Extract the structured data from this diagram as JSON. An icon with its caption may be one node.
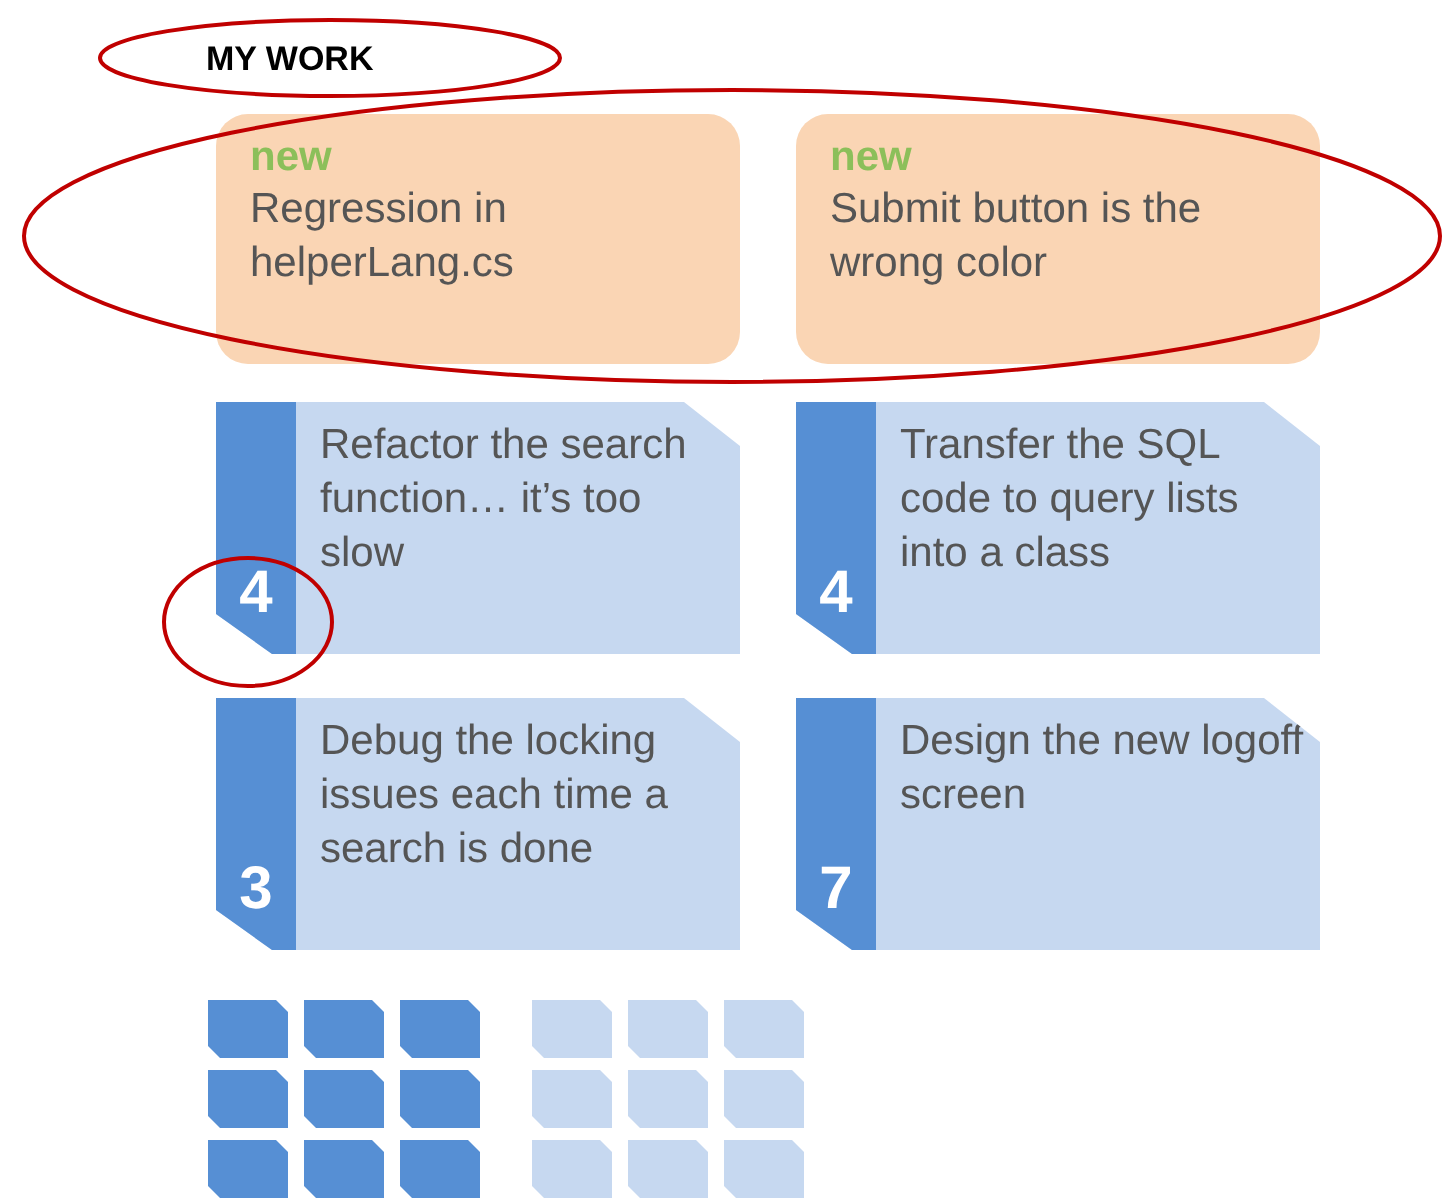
{
  "diagram": {
    "title": "MY WORK",
    "nodes": [
      {
        "text": [
          "new",
          "Regression in helperLang.cs"
        ]
      },
      {
        "text": [
          "new",
          "Submit button is the wrong color"
        ]
      },
      {
        "text": [
          "4",
          "Refactor the search function… it’s too slow"
        ]
      },
      {
        "text": [
          "4",
          "Transfer the SQL code to query lists into a class"
        ]
      },
      {
        "text": [
          "3",
          "Debug the locking issues each time a search is done"
        ]
      },
      {
        "text": [
          "7",
          "Design the new logoff screen"
        ]
      }
    ]
  }
}
